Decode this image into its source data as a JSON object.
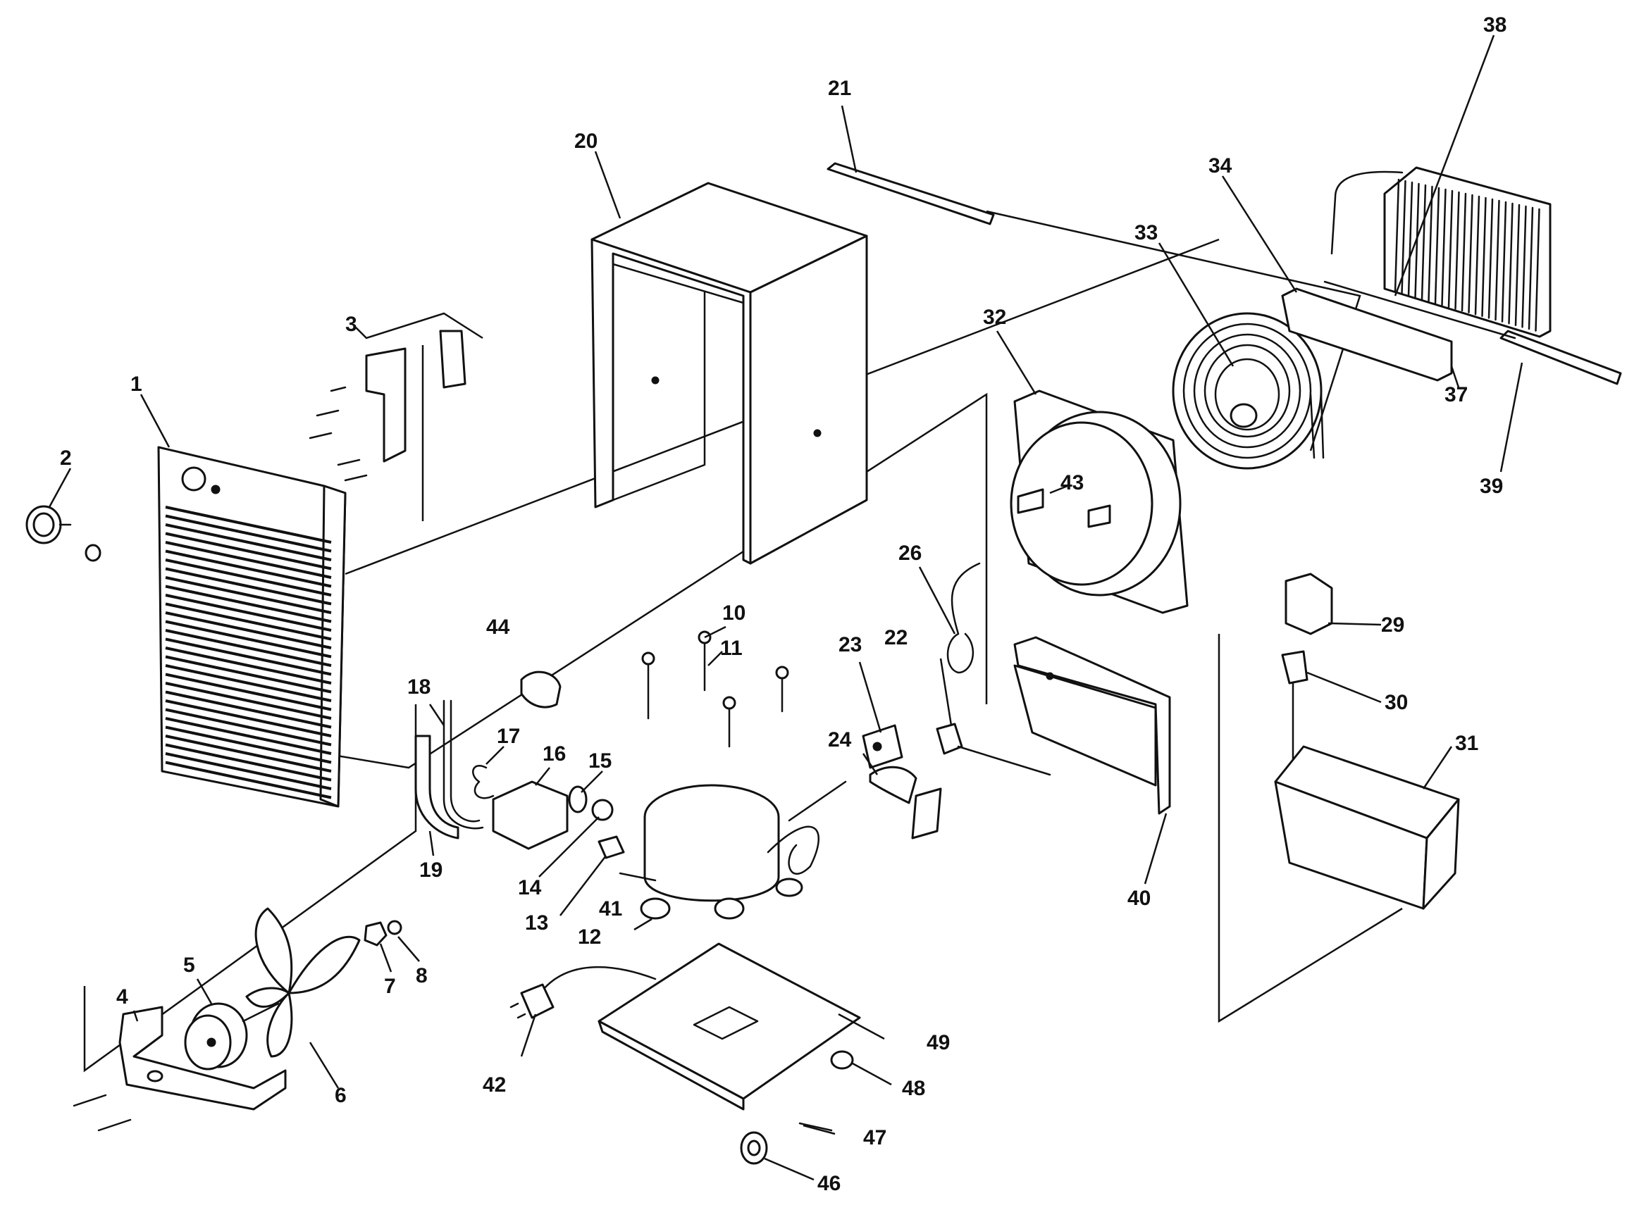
{
  "labels": {
    "p1": "1",
    "p2": "2",
    "p3": "3",
    "p4": "4",
    "p5": "5",
    "p6": "6",
    "p7": "7",
    "p8": "8",
    "p10": "10",
    "p11": "11",
    "p12": "12",
    "p13": "13",
    "p14": "14",
    "p15": "15",
    "p16": "16",
    "p17": "17",
    "p18": "18",
    "p19": "19",
    "p20": "20",
    "p21": "21",
    "p22": "22",
    "p23": "23",
    "p24": "24",
    "p26": "26",
    "p29": "29",
    "p30": "30",
    "p31": "31",
    "p32": "32",
    "p33": "33",
    "p34": "34",
    "p37": "37",
    "p38": "38",
    "p39": "39",
    "p40": "40",
    "p41": "41",
    "p42": "42",
    "p43": "43",
    "p44": "44",
    "p46": "46",
    "p47": "47",
    "p48": "48",
    "p49": "49"
  }
}
